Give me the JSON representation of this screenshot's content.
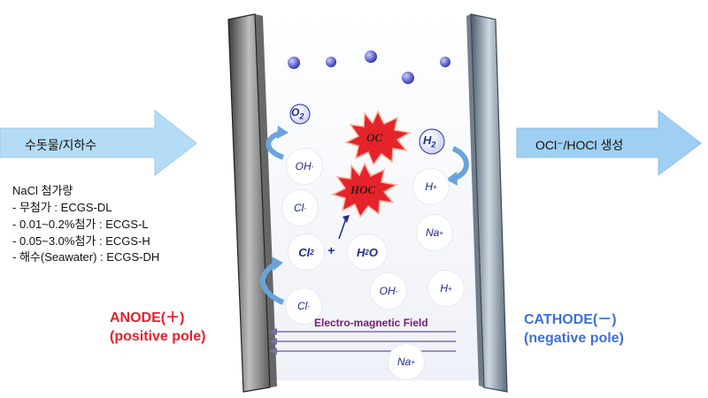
{
  "left_arrow": {
    "label": "수돗물/지하수"
  },
  "right_arrow": {
    "label": "OCl⁻/HOCl 생성"
  },
  "nacl": {
    "title": "NaCl 첨가량",
    "lines": [
      "- 무첨가 : ECGS-DL",
      "- 0.01~0.2%첨가 : ECGS-L",
      "- 0.05~3.0%첨가 : ECGS-H",
      "- 해수(Seawater) : ECGS-DH"
    ]
  },
  "anode": {
    "line1": "ANODE(＋)",
    "line2": "(positive pole)"
  },
  "cathode": {
    "line1": "CATHODE(－)",
    "line2": "(negative pole)"
  },
  "species": {
    "o2": "O",
    "o2_sub": "2",
    "h2": "H",
    "h2_sub": "2",
    "oc": "OC",
    "hoc": "HOC",
    "oh1": "OH",
    "oh2": "OH",
    "h_plus_1": "H",
    "h_plus_2": "H",
    "cl_minus_1": "Cl",
    "cl_minus_2": "Cl",
    "na_plus_1": "Na",
    "na_plus_2": "Na",
    "cl2": "Cl",
    "cl2_sub": "2",
    "plus": "+",
    "h2o": "H",
    "h2o_sub": "2",
    "h2o_tail": "O",
    "minus": "-",
    "plus_sign": "+"
  },
  "field_label": "Electro-magnetic Field",
  "colors": {
    "anode_red": "#e8202a",
    "cathode_blue": "#3f6fd8",
    "arrow_fill": "#a9d6f5",
    "star_red": "#e4242a",
    "field_purple": "#7a1a7a",
    "text_navy": "#1e2b8f"
  }
}
